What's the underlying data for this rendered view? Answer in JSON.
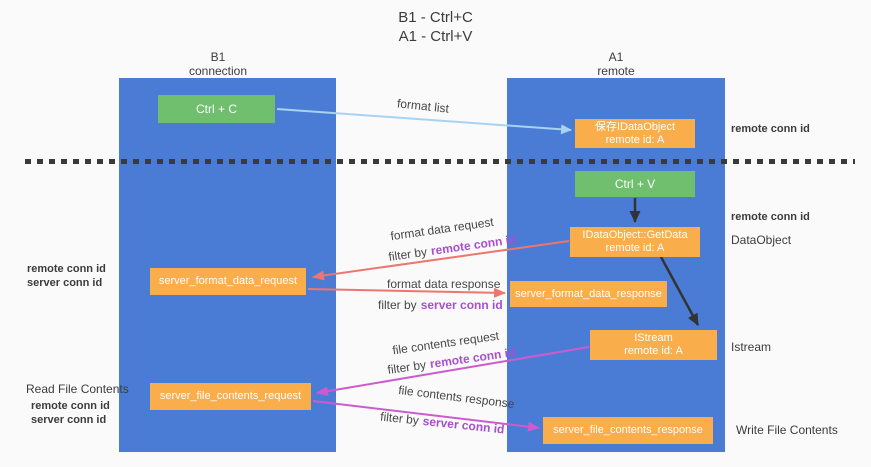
{
  "title": {
    "line1": "B1 - Ctrl+C",
    "line2": "A1 - Ctrl+V"
  },
  "lanes": {
    "left": {
      "name": "B1",
      "sub": "connection"
    },
    "right": {
      "name": "A1",
      "sub": "remote"
    }
  },
  "nodes": {
    "ctrl_c": {
      "label": "Ctrl + C"
    },
    "ctrl_v": {
      "label": "Ctrl + V"
    },
    "save_idataobject": {
      "line1": "保存IDataObject",
      "line2": "remote id: A"
    },
    "idataobject_getdata": {
      "line1": "IDataObject::GetData",
      "line2": "remote id: A"
    },
    "istream": {
      "line1": "IStream",
      "line2": "remote id: A"
    },
    "server_format_data_request": {
      "label": "server_format_data_request"
    },
    "server_format_data_response": {
      "label": "server_format_data_response"
    },
    "server_file_contents_request": {
      "label": "server_file_contents_request"
    },
    "server_file_contents_response": {
      "label": "server_file_contents_response"
    }
  },
  "edge_labels": {
    "format_list": "format list",
    "format_data_request": "format data request",
    "format_data_request_filter": {
      "prefix": "filter by",
      "id": "remote conn id"
    },
    "format_data_response": "format data response",
    "format_data_response_filter": {
      "prefix": "filter by",
      "id": "server conn id"
    },
    "file_contents_request": "file contents request",
    "file_contents_request_filter": {
      "prefix": "filter by",
      "id": "remote conn id"
    },
    "file_contents_response": "file contents response",
    "file_contents_response_filter": {
      "prefix": "filter by",
      "id": "server conn id"
    }
  },
  "side_labels": {
    "right_remote_conn_id_top": "remote conn id",
    "right_remote_conn_id_mid": "remote conn id",
    "right_dataobject": "DataObject",
    "right_istream": "Istream",
    "right_write_file_contents": "Write File Contents",
    "left_remote_conn_id_mid": "remote conn id",
    "left_server_conn_id_mid": "server conn id",
    "left_read_file_contents": "Read File Contents",
    "left_remote_conn_id_bottom": "remote conn id",
    "left_server_conn_id_bottom": "server conn id"
  },
  "colors": {
    "lane_blue": "#4a7cd6",
    "node_green": "#6fbf6e",
    "node_orange": "#f9ad4b",
    "arrow_light_blue": "#a8d2f2",
    "arrow_black": "#333333",
    "arrow_salmon": "#ee7670",
    "arrow_magenta": "#cd5bce",
    "text_purple": "#a84fd0",
    "text_green": "#5eba63"
  }
}
